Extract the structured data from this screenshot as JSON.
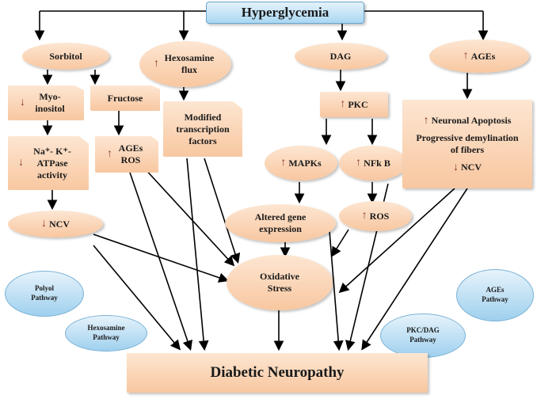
{
  "title": "Hyperglycemia",
  "outcome": "Diabetic Neuropathy",
  "nodes": {
    "sorbitol": "Sorbitol",
    "myoinositol": "Myo-inositol",
    "fructose": "Fructose",
    "atpase": "Na⁺- K⁺- ATPase activity",
    "ages_ros_left": "AGEs ROS",
    "ncv_left": "NCV",
    "hexosamine": "Hexosamine flux",
    "transcription": "Modified transcription factors",
    "dag": "DAG",
    "pkc": "PKC",
    "mapks": "MAPKs",
    "nfkb": "NFk B",
    "gene": "Altered gene expression",
    "ros_right": "ROS",
    "oxidative": "Oxidative Stress",
    "ages": "AGEs",
    "apoptosis": "Neuronal Apoptosis",
    "demyelination": "Progressive demylination of fibers",
    "ncv_right": "NCV"
  },
  "callouts": {
    "polyol": "Polyol Pathway",
    "hexosamine": "Hexosamine Pathway",
    "ages": "AGEs Pathway",
    "pkc_dag": "PKC/DAG Pathway"
  },
  "indicators": {
    "up": "↑",
    "down": "↓"
  },
  "colors": {
    "node_fill": "#f8c7a0",
    "top_fill": "#a9d7f2",
    "callout_fill": "#9fd0ee",
    "arrow_accent": "#8b3a2a"
  }
}
